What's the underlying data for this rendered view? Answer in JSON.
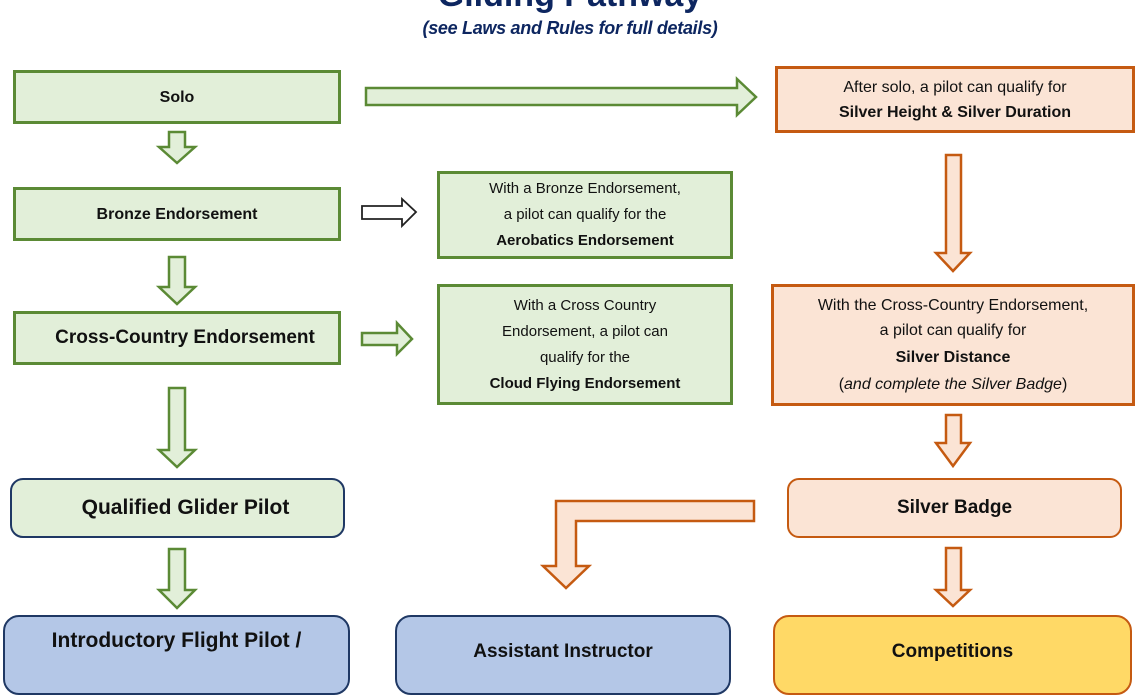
{
  "title": "Gliding Pathway",
  "subtitle": "(see Laws and Rules for full details)",
  "colors": {
    "green_fill": "#e2efd9",
    "green_border": "#5b8a35",
    "orange_fill": "#fbe4d5",
    "orange_border": "#c55a11",
    "blue_fill": "#b4c7e7",
    "navy_border": "#1f3864",
    "yellow_fill": "#ffd966",
    "title_color": "#0d2660"
  },
  "left_column": {
    "solo": "Solo",
    "bronze": "Bronze Endorsement",
    "cross_country": "Cross-Country Endorsement",
    "qualified": "Qualified Glider Pilot",
    "introductory": "Introductory Flight Pilot /"
  },
  "middle_column": {
    "aerobatics": {
      "line1": "With a Bronze Endorsement,",
      "line2": "a  pilot can qualify for the",
      "bold": "Aerobatics Endorsement"
    },
    "cloud": {
      "line1": "With a Cross Country",
      "line2": "Endorsement, a  pilot can",
      "line3": "qualify for the",
      "bold": "Cloud Flying Endorsement"
    },
    "assistant_instructor": "Assistant Instructor"
  },
  "right_column": {
    "silver_height": {
      "line1": "After solo, a pilot can qualify  for",
      "bold": "Silver Height & Silver Duration"
    },
    "silver_distance": {
      "line1": "With the Cross-Country  Endorsement,",
      "line2": "a pilot can  qualify for",
      "bold": "Silver Distance",
      "paren_open": "(",
      "italic": "and complete the Silver Badge",
      "paren_close": ")"
    },
    "silver_badge": "Silver Badge",
    "competitions": "Competitions"
  }
}
